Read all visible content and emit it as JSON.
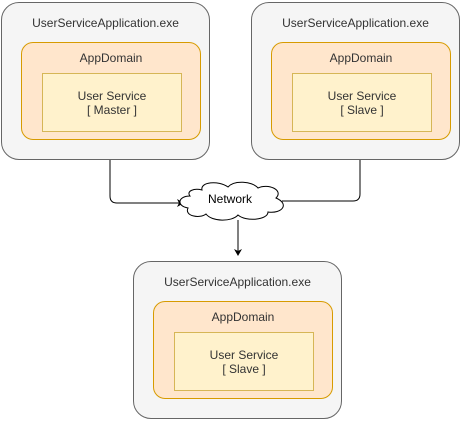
{
  "processes": [
    {
      "title": "UserServiceApplication.exe",
      "domain_title": "AppDomain",
      "service_name": "User Service",
      "service_role": "[ Master ]"
    },
    {
      "title": "UserServiceApplication.exe",
      "domain_title": "AppDomain",
      "service_name": "User Service",
      "service_role": "[ Slave ]"
    },
    {
      "title": "UserServiceApplication.exe",
      "domain_title": "AppDomain",
      "service_name": "User Service",
      "service_role": "[ Slave ]"
    }
  ],
  "network": {
    "label": "Network"
  },
  "colors": {
    "process_fill": "#f5f5f5",
    "process_stroke": "#666666",
    "domain_fill": "#ffe6cc",
    "domain_stroke": "#d79b00",
    "service_fill": "#fff2cc",
    "service_stroke": "#d6b656",
    "connector": "#000000"
  }
}
